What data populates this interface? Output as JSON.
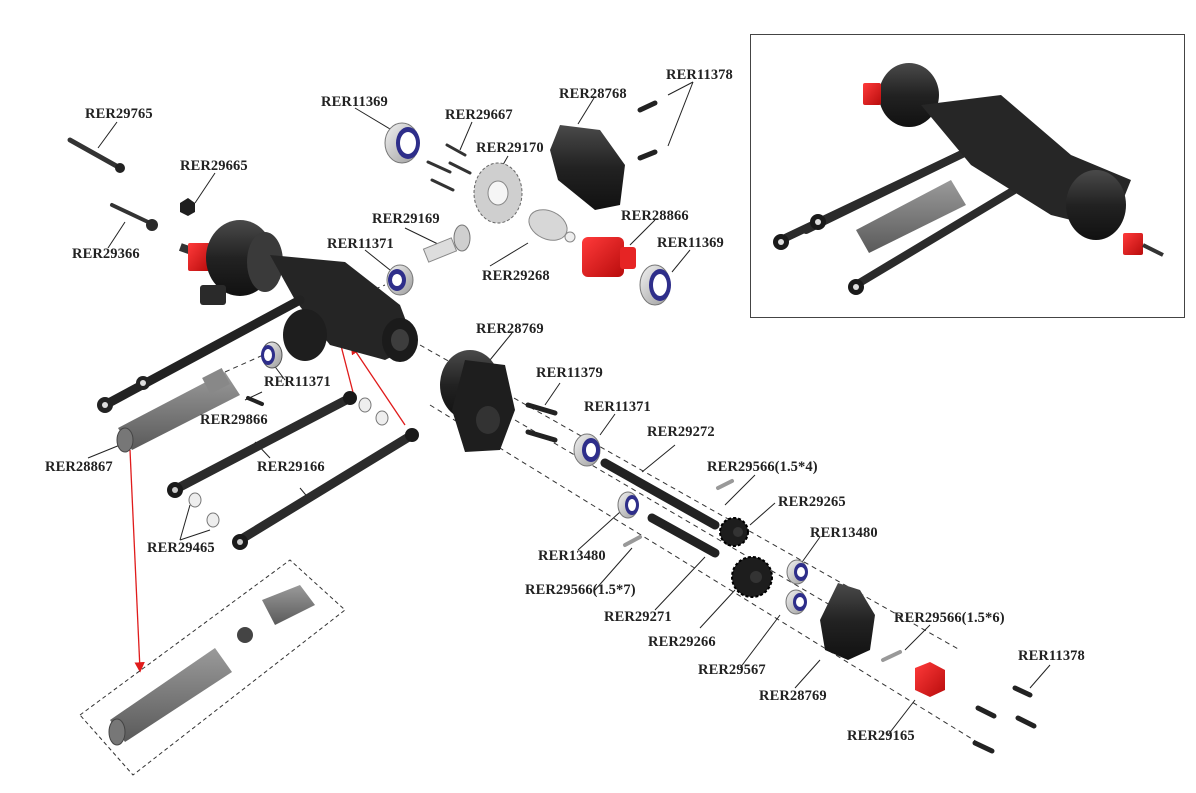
{
  "diagram": {
    "title": "Exploded view - axle assembly",
    "accent_color": "#e01b1b",
    "dark_part_color": "#2b2b2b",
    "bearing_seal_color": "#2e2e8a",
    "labels": {
      "rer29765": "RER29765",
      "rer29665": "RER29665",
      "rer29366": "RER29366",
      "rer11369_top": "RER11369",
      "rer29667": "RER29667",
      "rer29170": "RER29170",
      "rer28768": "RER28768",
      "rer11378_top": "RER11378",
      "rer29169": "RER29169",
      "rer11371_top": "RER11371",
      "rer29268": "RER29268",
      "rer28866": "RER28866",
      "rer11369_right": "RER11369",
      "rer28769_top": "RER28769",
      "rer11371_left": "RER11371",
      "rer29866": "RER29866",
      "rer28867": "RER28867",
      "rer29166": "RER29166",
      "rer29465": "RER29465",
      "rer11379": "RER11379",
      "rer11371_mid": "RER11371",
      "rer29272": "RER29272",
      "rer29566_4": "RER29566(1.5*4)",
      "rer29265": "RER29265",
      "rer13480_left": "RER13480",
      "rer13480_right": "RER13480",
      "rer29566_7": "RER29566(1.5*7)",
      "rer29271": "RER29271",
      "rer29266": "RER29266",
      "rer29567": "RER29567",
      "rer29566_6": "RER29566(1.5*6)",
      "rer28769_bottom": "RER28769",
      "rer11378_bottom": "RER11378",
      "rer29165": "RER29165"
    }
  }
}
